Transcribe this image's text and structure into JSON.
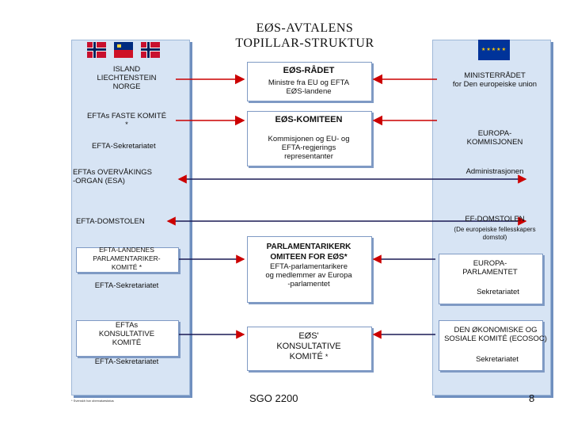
{
  "title_line1": "EØS-AVTALENS",
  "title_line2": "TOPILLAR-STRUKTUR",
  "efta": {
    "countries": [
      "ISLAND",
      "LIECHTENSTEIN",
      "NORGE"
    ],
    "standing_committee": "EFTAs FASTE KOMITÉ",
    "standing_committee_mark": "*",
    "secretariat": "EFTA-Sekretariatet",
    "surveillance_line1": "EFTAs OVERVÅKINGS",
    "surveillance_line2": "-ORGAN (ESA)",
    "court": "EFTA-DOMSTOLEN",
    "parl_line1": "EFTA-LANDENES",
    "parl_line2": "PARLAMENTARIKER-",
    "parl_line3": "KOMITÉ *",
    "parl_secretariat": "EFTA-Sekretariatet",
    "consult_line1": "EFTAs",
    "consult_line2": "KONSULTATIVE",
    "consult_line3": "KOMITÉ",
    "consult_secretariat": "EFTA-Sekretariatet",
    "footnote": "* Svenskh har obervatørstatus"
  },
  "eea": {
    "council_title": "EØS-RÅDET",
    "council_sub1": "Ministre fra EU og EFTA",
    "council_sub2": "EØS-landene",
    "committee_title": "EØS-KOMITEEN",
    "committee_sub1": "Kommisjonen og EU- og",
    "committee_sub2": "EFTA-regjerings",
    "committee_sub3": "representanter",
    "parl_title1": "PARLAMENTARIKERK",
    "parl_title2": "OMITEEN FOR EØS*",
    "parl_sub1": "EFTA-parlamentarikere",
    "parl_sub2": "og medlemmer av Europa",
    "parl_sub3": "-parlamentet",
    "consult_title1": "EØS'",
    "consult_title2": "KONSULTATIVE",
    "consult_title3": "KOMITÉ",
    "consult_mark": "*"
  },
  "eu": {
    "council_line1": "MINISTERRÅDET",
    "council_line2": "for Den europeiske union",
    "commission_line1": "EUROPA-",
    "commission_line2": "KOMMISJONEN",
    "administration": "Administrasjonen",
    "court": "EF-DOMSTOLEN",
    "court_sub1": "(De europeiske fellesskapers",
    "court_sub2": "domstol)",
    "parliament_line1": "EUROPA-",
    "parliament_line2": "PARLAMENTET",
    "parliament_secretariat": "Sekretariatet",
    "ecosoc_line1": "DEN ØKONOMISKE OG",
    "ecosoc_line2": "SOSIALE KOMITÉ (ECOSOC)",
    "ecosoc_secretariat": "Sekretariatet"
  },
  "footer": {
    "code": "SGO 2200",
    "page": "8"
  },
  "colors": {
    "column": "#d7e4f4",
    "arrow": "#cc0000",
    "border": "#7f9ac4"
  }
}
